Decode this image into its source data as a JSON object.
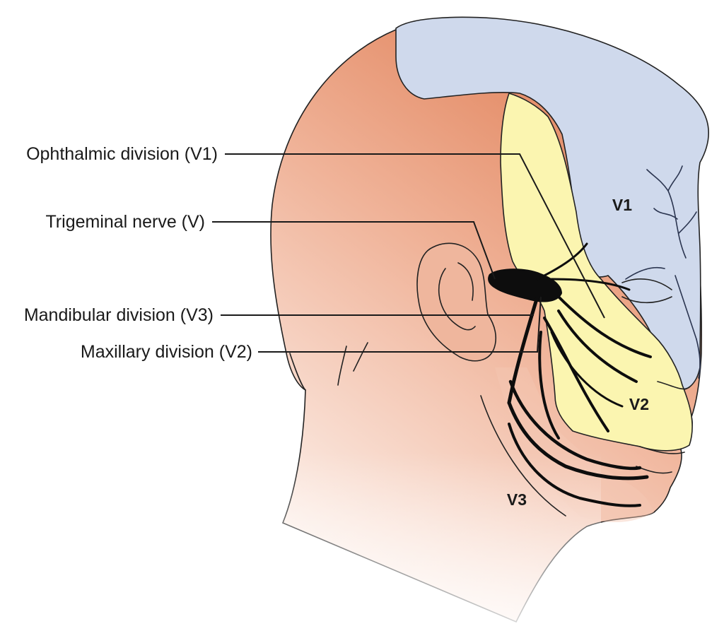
{
  "labels": {
    "ophthalmic": "Ophthalmic division (V1)",
    "trigeminal": "Trigeminal nerve (V)",
    "mandibular": "Mandibular division (V3)",
    "maxillary": "Maxillary division (V2)"
  },
  "regions": {
    "v1": "V1",
    "v2": "V2",
    "v3": "V3"
  },
  "colors": {
    "skin_top": "#e1825a",
    "skin_bottom": "#fbeee8",
    "v1_zone": "#cfd9ec",
    "v2_zone": "#fbf5b0",
    "nerve": "#0d0d0d"
  }
}
